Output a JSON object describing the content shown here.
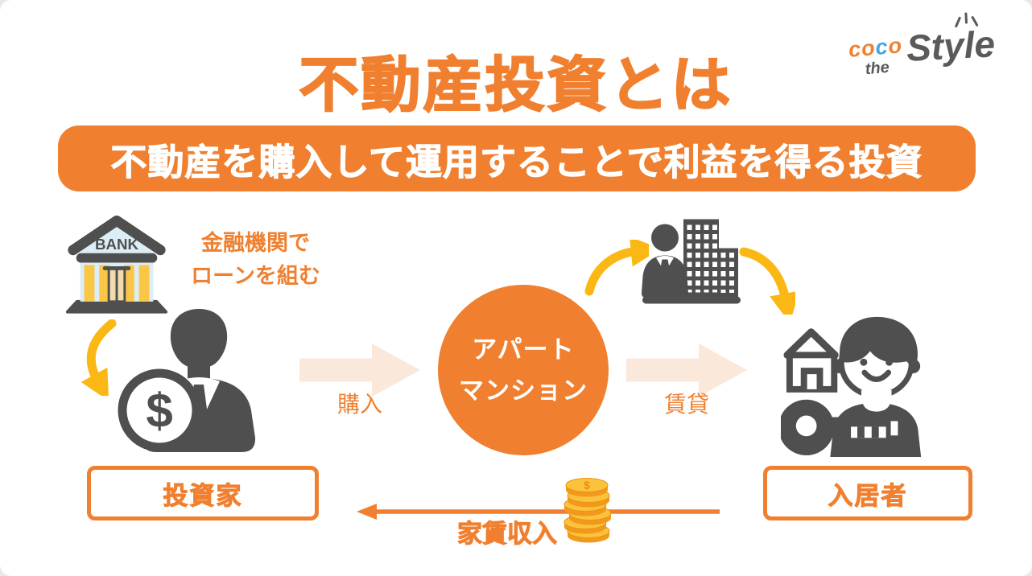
{
  "colors": {
    "orange": "#F0802F",
    "yellow_arrow": "#FBB713",
    "peach_arrow": "#FAE8DB",
    "dark_gray": "#4F4F4F",
    "logo_blue": "#47A8DE",
    "bank_blue": "#DCEDF5",
    "column_yellow": "#FBC546",
    "coin_gold": "#FBC33C"
  },
  "logo": {
    "coco_part1": "co",
    "coco_part2": "c",
    "coco_part3": "o",
    "the": "the",
    "style": "Style"
  },
  "title": {
    "text": "不動産投資とは"
  },
  "banner": {
    "text": "不動産を購入して運用することで利益を得る投資"
  },
  "diagram": {
    "bank": {
      "sign": "BANK",
      "caption_line1": "金融機関で",
      "caption_line2": "ローンを組む"
    },
    "investor": {
      "coin_symbol": "$",
      "label": "投資家"
    },
    "purchase": {
      "label": "購入"
    },
    "property": {
      "line1": "アパート",
      "line2": "マンション"
    },
    "rent": {
      "label": "賃貸"
    },
    "resident": {
      "label": "入居者"
    },
    "income": {
      "label": "家賃収入",
      "coin_symbol": "$"
    }
  }
}
